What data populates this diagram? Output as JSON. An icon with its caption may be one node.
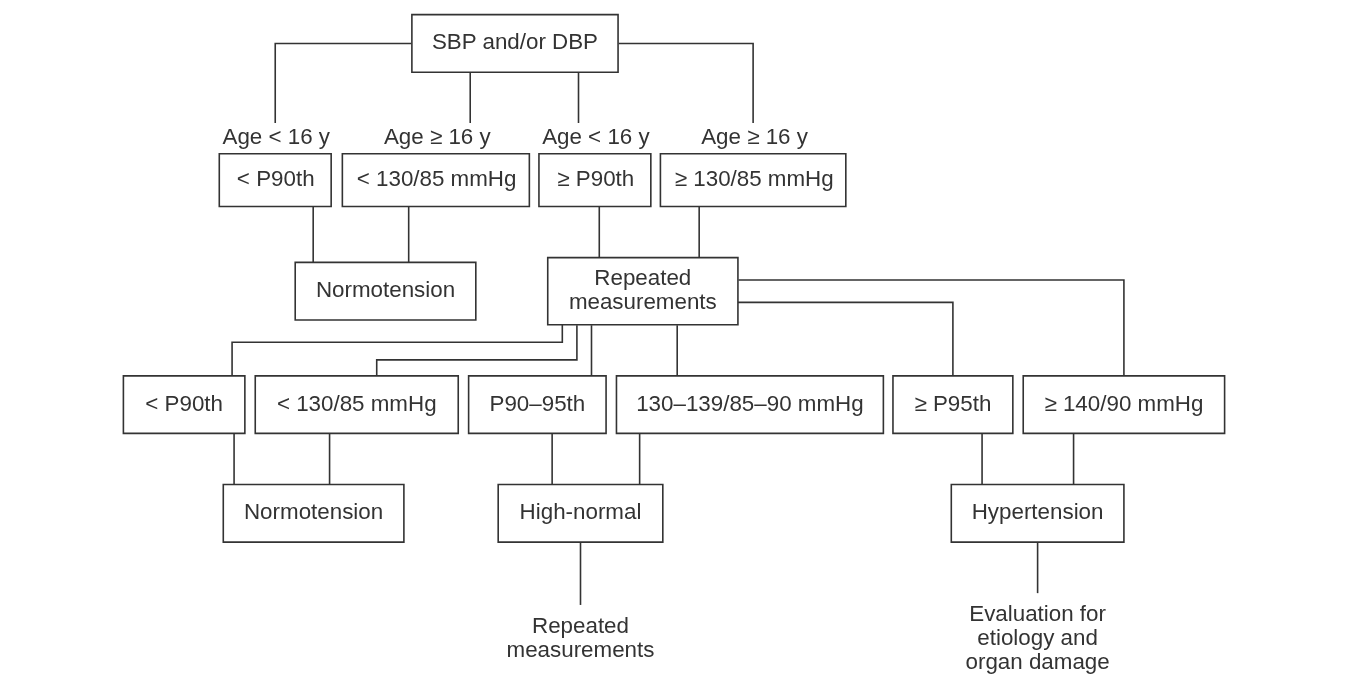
{
  "diagram": {
    "nodes": [
      {
        "text": [
          "SBP and/or DBP"
        ]
      },
      {
        "text": [
          "< P90th"
        ],
        "beside": [
          "Age < 16 y"
        ]
      },
      {
        "text": [
          "< 130/85 mmHg"
        ],
        "beside": [
          "Age ≥ 16 y"
        ]
      },
      {
        "text": [
          "≥ P90th"
        ],
        "beside": [
          "Age < 16 y"
        ]
      },
      {
        "text": [
          "≥ 130/85 mmHg"
        ],
        "beside": [
          "Age ≥ 16 y"
        ]
      },
      {
        "text": [
          "Normotension"
        ]
      },
      {
        "text": [
          "Repeated measurements"
        ]
      },
      {
        "text": [
          "< P90th"
        ]
      },
      {
        "text": [
          "< 130/85 mmHg"
        ]
      },
      {
        "text": [
          "P90–95th"
        ]
      },
      {
        "text": [
          "130–139/85–90 mmHg"
        ]
      },
      {
        "text": [
          "≥ P95th"
        ]
      },
      {
        "text": [
          "≥ 140/90 mmHg"
        ]
      },
      {
        "text": [
          "Normotension"
        ]
      },
      {
        "text": [
          "High-normal"
        ]
      },
      {
        "text": [
          "Hypertension"
        ]
      },
      {
        "text": [
          "Repeated measurements"
        ]
      },
      {
        "text": [
          "Evaluation for etiology and organ damage"
        ]
      }
    ],
    "edges": [
      {
        "from": 0,
        "to": 1,
        "arrow": "none"
      },
      {
        "from": 0,
        "to": 2,
        "arrow": "none"
      },
      {
        "from": 0,
        "to": 3,
        "arrow": "none"
      },
      {
        "from": 0,
        "to": 4,
        "arrow": "none"
      },
      {
        "from": 1,
        "to": 5,
        "arrow": "none"
      },
      {
        "from": 2,
        "to": 5,
        "arrow": "none"
      },
      {
        "from": 3,
        "to": 6,
        "arrow": "none"
      },
      {
        "from": 4,
        "to": 6,
        "arrow": "none"
      },
      {
        "from": 6,
        "to": 7,
        "arrow": "none"
      },
      {
        "from": 6,
        "to": 8,
        "arrow": "none"
      },
      {
        "from": 6,
        "to": 9,
        "arrow": "none"
      },
      {
        "from": 6,
        "to": 10,
        "arrow": "none"
      },
      {
        "from": 6,
        "to": 11,
        "arrow": "none"
      },
      {
        "from": 6,
        "to": 12,
        "arrow": "none"
      },
      {
        "from": 7,
        "to": 13,
        "arrow": "none"
      },
      {
        "from": 8,
        "to": 13,
        "arrow": "none"
      },
      {
        "from": 9,
        "to": 14,
        "arrow": "none"
      },
      {
        "from": 10,
        "to": 14,
        "arrow": "none"
      },
      {
        "from": 11,
        "to": 15,
        "arrow": "none"
      },
      {
        "from": 12,
        "to": 15,
        "arrow": "none"
      },
      {
        "from": 14,
        "to": 16,
        "arrow": "none"
      },
      {
        "from": 15,
        "to": 17,
        "arrow": "none"
      }
    ]
  }
}
